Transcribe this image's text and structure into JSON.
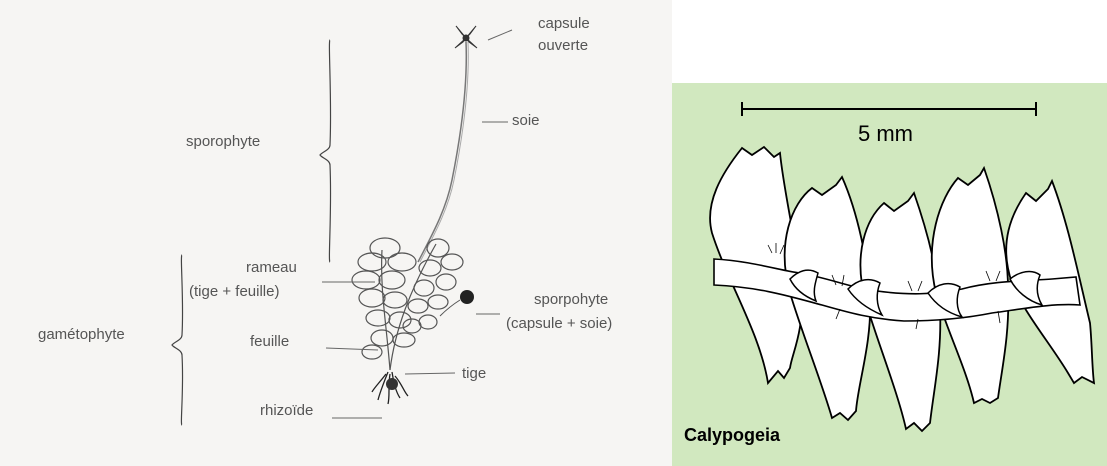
{
  "left_diagram": {
    "labels": {
      "capsule_open_line1": "capsule",
      "capsule_open_line2": "ouverte",
      "soie": "soie",
      "sporophyte": "sporophyte",
      "rameau_line1": "rameau",
      "rameau_line2": "(tige + feuille)",
      "sporpohyte_line1": "sporpohyte",
      "sporpohyte_line2": "(capsule + soie)",
      "gametophyte": "gamétophyte",
      "feuille": "feuille",
      "tige": "tige",
      "rhizoide": "rhizoïde"
    }
  },
  "right_diagram": {
    "scale_label": "5 mm",
    "genus_label": "Calypogeia",
    "background_color": "#d1e8bf"
  }
}
